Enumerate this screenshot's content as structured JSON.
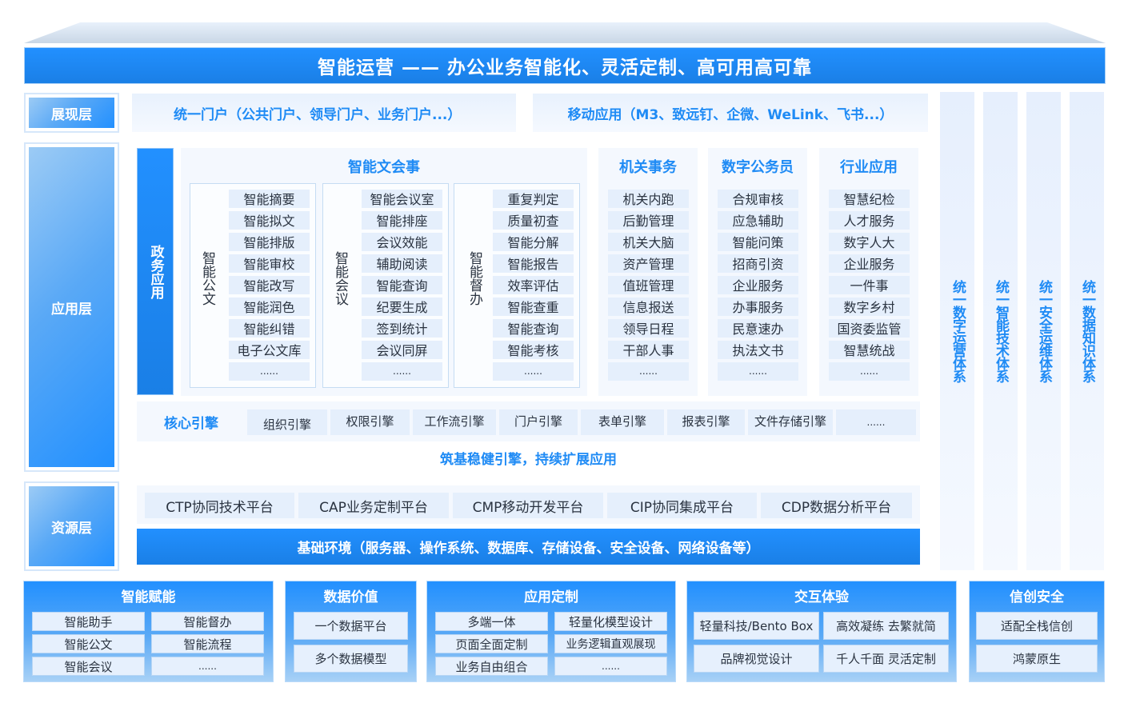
{
  "header": {
    "title": "智能运营 —— 办公业务智能化、灵活定制、高可用高可靠"
  },
  "layers": {
    "presentation": "展现层",
    "application": "应用层",
    "resource": "资源层"
  },
  "presentation": {
    "portal": "统一门户（公共门户、领导门户、业务门户...）",
    "mobile": "移动应用（M3、致远钉、企微、WeLink、飞书...）"
  },
  "application": {
    "gov_label": "政务应用",
    "smart_docs": {
      "title": "智能文会事",
      "groups": [
        {
          "label": "智能公文",
          "items": [
            "智能摘要",
            "智能拟文",
            "智能排版",
            "智能审校",
            "智能改写",
            "智能润色",
            "智能纠错",
            "电子公文库",
            "......"
          ]
        },
        {
          "label": "智能会议",
          "items": [
            "智能会议室",
            "智能排座",
            "会议效能",
            "辅助阅读",
            "智能查询",
            "纪要生成",
            "签到统计",
            "会议同屏",
            "......"
          ]
        },
        {
          "label": "智能督办",
          "items": [
            "重复判定",
            "质量初查",
            "智能分解",
            "智能报告",
            "效率评估",
            "智能查重",
            "智能查询",
            "智能考核",
            "......"
          ]
        }
      ]
    },
    "columns": [
      {
        "title": "机关事务",
        "items": [
          "机关内跑",
          "后勤管理",
          "机关大脑",
          "资产管理",
          "值班管理",
          "信息报送",
          "领导日程",
          "干部人事",
          "......"
        ]
      },
      {
        "title": "数字公务员",
        "items": [
          "合规审核",
          "应急辅助",
          "智能问策",
          "招商引资",
          "企业服务",
          "办事服务",
          "民意速办",
          "执法文书",
          "......"
        ]
      },
      {
        "title": "行业应用",
        "items": [
          "智慧纪检",
          "人才服务",
          "数字人大",
          "企业服务",
          "一件事",
          "数字乡村",
          "国资委监管",
          "智慧统战",
          "......"
        ]
      }
    ],
    "core_engine": {
      "label": "核心引擎",
      "items": [
        "组织引擎",
        "权限引擎",
        "工作流引擎",
        "门户引擎",
        "表单引擎",
        "报表引擎",
        "文件存储引擎",
        "......"
      ]
    },
    "slogan": "筑基稳健引擎，持续扩展应用"
  },
  "resource": {
    "platforms": [
      "CTP协同技术平台",
      "CAP业务定制平台",
      "CMP移动开发平台",
      "CIP协同集成平台",
      "CDP数据分析平台"
    ],
    "infrastructure": "基础环境（服务器、操作系统、数据库、存储设备、安全设备、网络设备等）"
  },
  "side_systems": [
    "统一数字运营体系",
    "统一智能技术体系",
    "统一安全运维体系",
    "统一数据知识体系"
  ],
  "bottom_cards": [
    {
      "title": "智能赋能",
      "items": [
        "智能助手",
        "智能督办",
        "智能公文",
        "智能流程",
        "智能会议",
        "......"
      ]
    },
    {
      "title": "数据价值",
      "items": [
        "一个数据平台",
        "多个数据模型"
      ]
    },
    {
      "title": "应用定制",
      "items": [
        "多端一体",
        "轻量化模型设计",
        "页面全面定制",
        "业务逻辑直观展现",
        "业务自由组合",
        "......"
      ]
    },
    {
      "title": "交互体验",
      "items": [
        "轻量科技/Bento Box",
        "高效凝练 去繁就简",
        "品牌视觉设计",
        "千人千面 灵活定制"
      ]
    },
    {
      "title": "信创安全",
      "items": [
        "适配全栈信创",
        "鸿蒙原生"
      ]
    }
  ],
  "colors": {
    "primary_blue": "#1f8bf5",
    "bar_blue": "#2290ff",
    "pale_cell": "#e5effc",
    "pale_panel": "#f4f8fe"
  }
}
